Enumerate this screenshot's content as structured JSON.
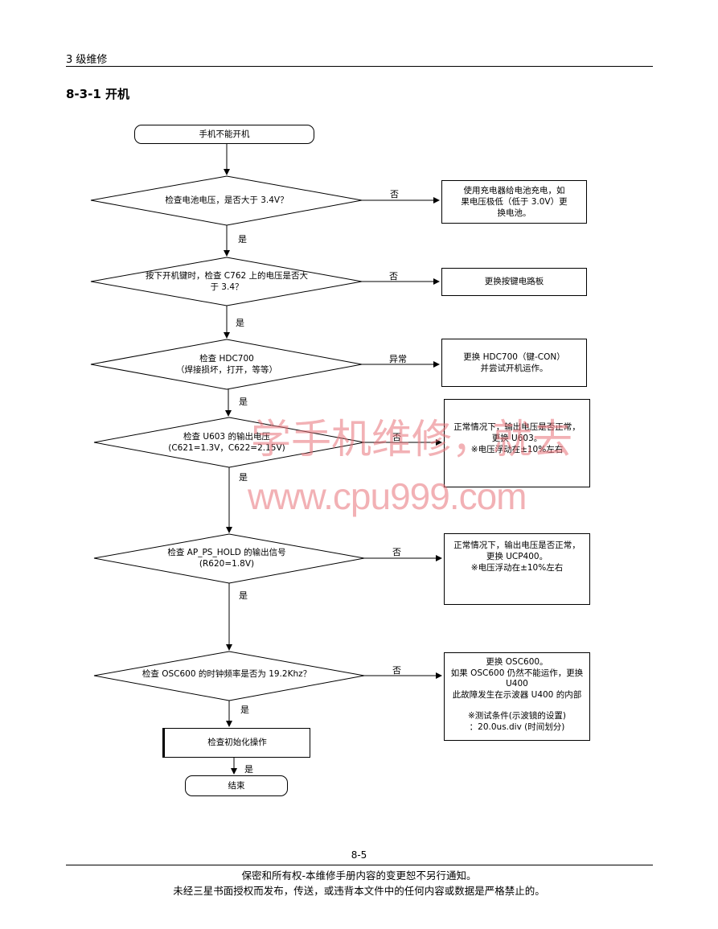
{
  "header": {
    "section": "3 级维修",
    "title": "8-3-1 开机"
  },
  "flow": {
    "start": "手机不能开机",
    "d1": "检查电池电压，是否大于 3.4V？",
    "d1_no": "否",
    "r1": [
      "使用充电器给电池充电，如",
      "果电压极低（低于 3.0V）更",
      "换电池。"
    ],
    "d1_yes": "是",
    "d2": [
      "按下开机键时，检查 C762 上的电压是否大",
      "于 3.4？"
    ],
    "d2_no": "否",
    "r2": "更换按键电路板",
    "d2_yes": "是",
    "d3": [
      "检查 HDC700",
      "（焊接损坏，打开，等等）"
    ],
    "d3_abn": "异常",
    "r3": [
      "更换 HDC700（键-CON）",
      "并尝试开机运作。"
    ],
    "d3_yes": "是",
    "d4": [
      "检查 U603 的输出电压",
      "(C621=1.3V，C622=2.15V)"
    ],
    "d4_no": "否",
    "r4": [
      "正常情况下，输出电压是否正常，",
      "更换 U603。",
      "※电压浮动在±10%左右"
    ],
    "d4_yes": "是",
    "d5": [
      "检查 AP_PS_HOLD 的输出信号",
      "(R620=1.8V)"
    ],
    "d5_no": "否",
    "r5": [
      "正常情况下，输出电压是否正常，",
      "更换 UCP400。",
      "※电压浮动在±10%左右"
    ],
    "d5_yes": "是",
    "d6": "检查 OSC600 的时钟频率是否为 19.2Khz？",
    "d6_no": "否",
    "r6": [
      "更换 OSC600。",
      "如果 OSC600 仍然不能运作，更换",
      "U400",
      "此故障发生在示波器 U400 的内部",
      "",
      "※测试条件(示波镜的设置)",
      "：20.0us.div (时间划分)"
    ],
    "d6_yes": "是",
    "init": "检查初始化操作",
    "init_yes": "是",
    "end": "结束"
  },
  "watermark": {
    "line1": "学手机维修，就去",
    "line2": "www.cpu999.com",
    "color": "#e8737a"
  },
  "footer": {
    "page": "8-5",
    "line1": "保密和所有权-本维修手册内容的变更恕不另行通知。",
    "line2": "未经三星书面授权而发布，传送，或违背本文件中的任何内容或数据是严格禁止的。"
  }
}
